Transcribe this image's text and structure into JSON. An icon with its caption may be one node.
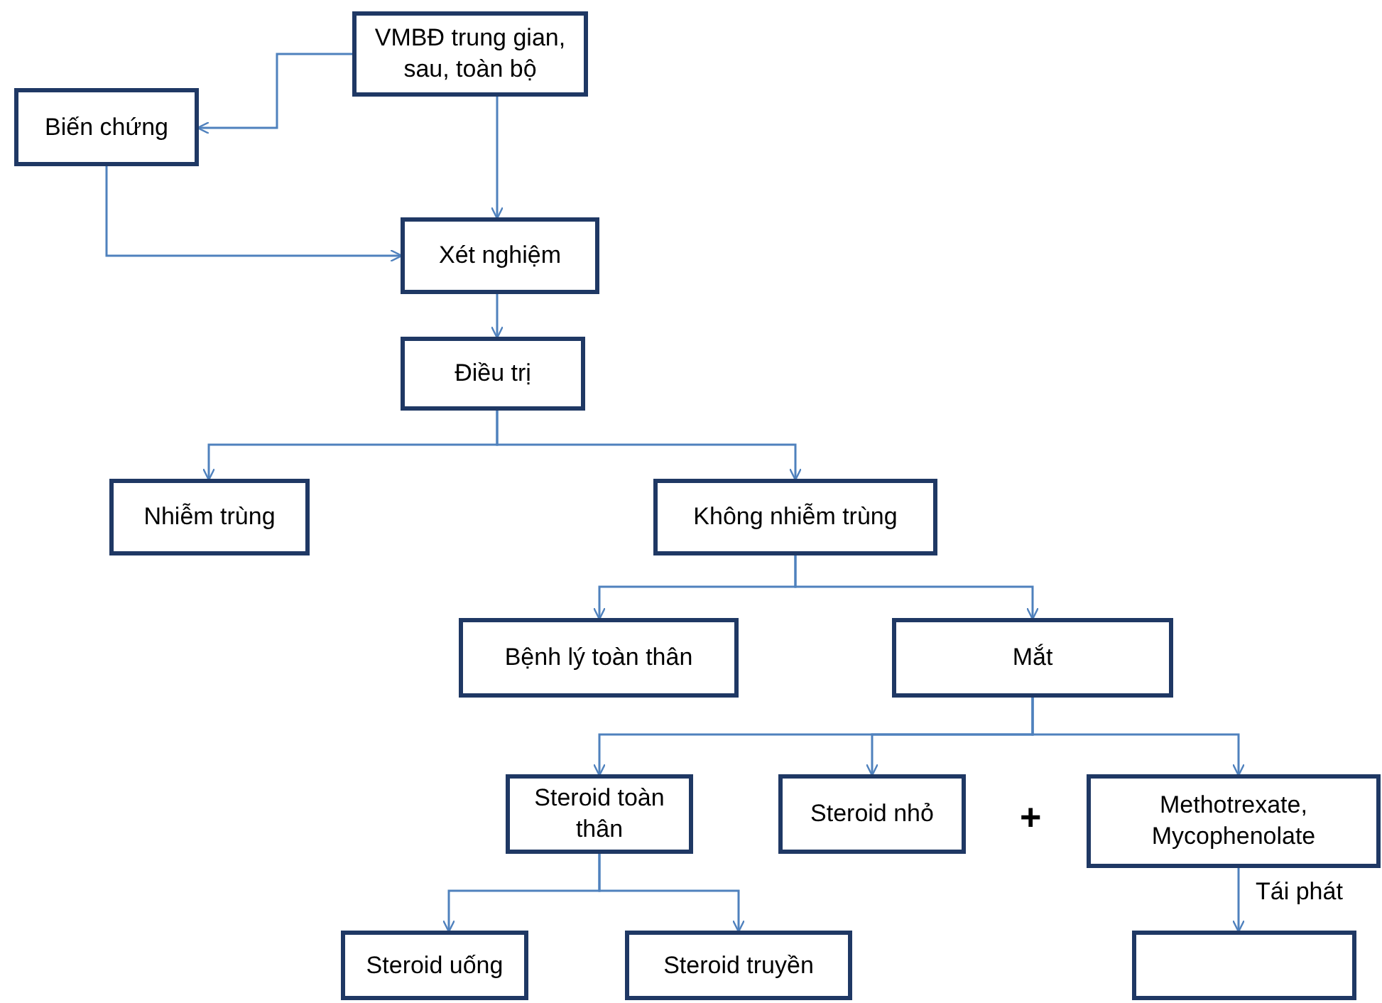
{
  "diagram": {
    "nodes": [
      {
        "text": [
          "VMBĐ trung gian, sau, toàn bộ"
        ]
      },
      {
        "text": [
          "Biến chứng"
        ]
      },
      {
        "text": [
          "Xét nghiệm"
        ]
      },
      {
        "text": [
          "Điều trị"
        ]
      },
      {
        "text": [
          "Nhiễm trùng"
        ]
      },
      {
        "text": [
          "Không nhiễm trùng"
        ]
      },
      {
        "text": [
          "Bệnh lý toàn thân"
        ]
      },
      {
        "text": [
          "Mắt"
        ]
      },
      {
        "text": [
          "Steroid toàn thân"
        ]
      },
      {
        "text": [
          "Steroid nhỏ"
        ]
      },
      {
        "text": [
          "Methotrexate, Mycophenolate"
        ]
      },
      {
        "text": [
          "Steroid uống"
        ]
      },
      {
        "text": [
          "Steroid truyền"
        ]
      },
      {
        "text": [],
        "shape": "box"
      }
    ],
    "edges": [
      {
        "from": 0,
        "to": 1,
        "arrow": "to"
      },
      {
        "from": 1,
        "to": 2,
        "arrow": "to"
      },
      {
        "from": 0,
        "to": 2,
        "arrow": "to"
      },
      {
        "from": 2,
        "to": 3,
        "arrow": "to"
      },
      {
        "from": 3,
        "to": 4,
        "arrow": "to"
      },
      {
        "from": 3,
        "to": 5,
        "arrow": "to"
      },
      {
        "from": 5,
        "to": 6,
        "arrow": "to"
      },
      {
        "from": 5,
        "to": 7,
        "arrow": "to"
      },
      {
        "from": 7,
        "to": 8,
        "arrow": "to"
      },
      {
        "from": 7,
        "to": 9,
        "arrow": "to"
      },
      {
        "from": 7,
        "to": 10,
        "arrow": "to"
      },
      {
        "from": 8,
        "to": 11,
        "arrow": "to"
      },
      {
        "from": 8,
        "to": 12,
        "arrow": "to"
      },
      {
        "from": 10,
        "to": 13,
        "arrow": "to",
        "label": "Tái phát"
      }
    ],
    "labels": [
      "+"
    ]
  }
}
